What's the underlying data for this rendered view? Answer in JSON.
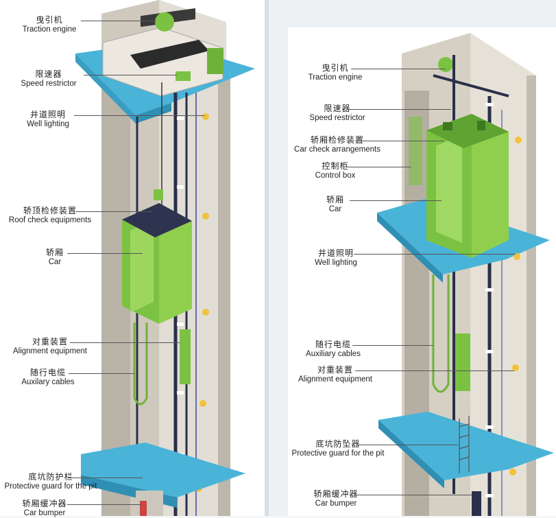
{
  "left_diagram": {
    "labels": [
      {
        "zh": "曳引机",
        "en": "Traction engine"
      },
      {
        "zh": "限速器",
        "en": "Speed restrictor"
      },
      {
        "zh": "井道照明",
        "en": "Well lighting"
      },
      {
        "zh": "轿顶检修装置",
        "en": "Roof check equipments"
      },
      {
        "zh": "轿厢",
        "en": "Car"
      },
      {
        "zh": "对重装置",
        "en": "Alignment equipment"
      },
      {
        "zh": "随行电缆",
        "en": "Auxilary cables"
      },
      {
        "zh": "底坑防护栏",
        "en": "Protective guard for the pit"
      },
      {
        "zh": "轿厢缓冲器",
        "en": "Car bumper"
      }
    ]
  },
  "right_diagram": {
    "labels": [
      {
        "zh": "曳引机",
        "en": "Traction engine"
      },
      {
        "zh": "限速器",
        "en": "Speed restrictor"
      },
      {
        "zh": "轿厢检修装置",
        "en": "Car check arrangements"
      },
      {
        "zh": "控制柜",
        "en": "Control box"
      },
      {
        "zh": "轿厢",
        "en": "Car"
      },
      {
        "zh": "井道照明",
        "en": "Well lighting"
      },
      {
        "zh": "随行电缆",
        "en": "Auxiliary cables"
      },
      {
        "zh": "对重装置",
        "en": "Alignment equipment"
      },
      {
        "zh": "底坑防坠器",
        "en": "Protective guard for the pit"
      },
      {
        "zh": "轿厢缓冲器",
        "en": "Car bumper"
      }
    ]
  },
  "colors": {
    "shaft_wall": "#c9c3b8",
    "floor_slab": "#4ab3d8",
    "car_green": "#7cc242",
    "machine_dark": "#2b2b2b",
    "rail": "#2a2f4a"
  }
}
